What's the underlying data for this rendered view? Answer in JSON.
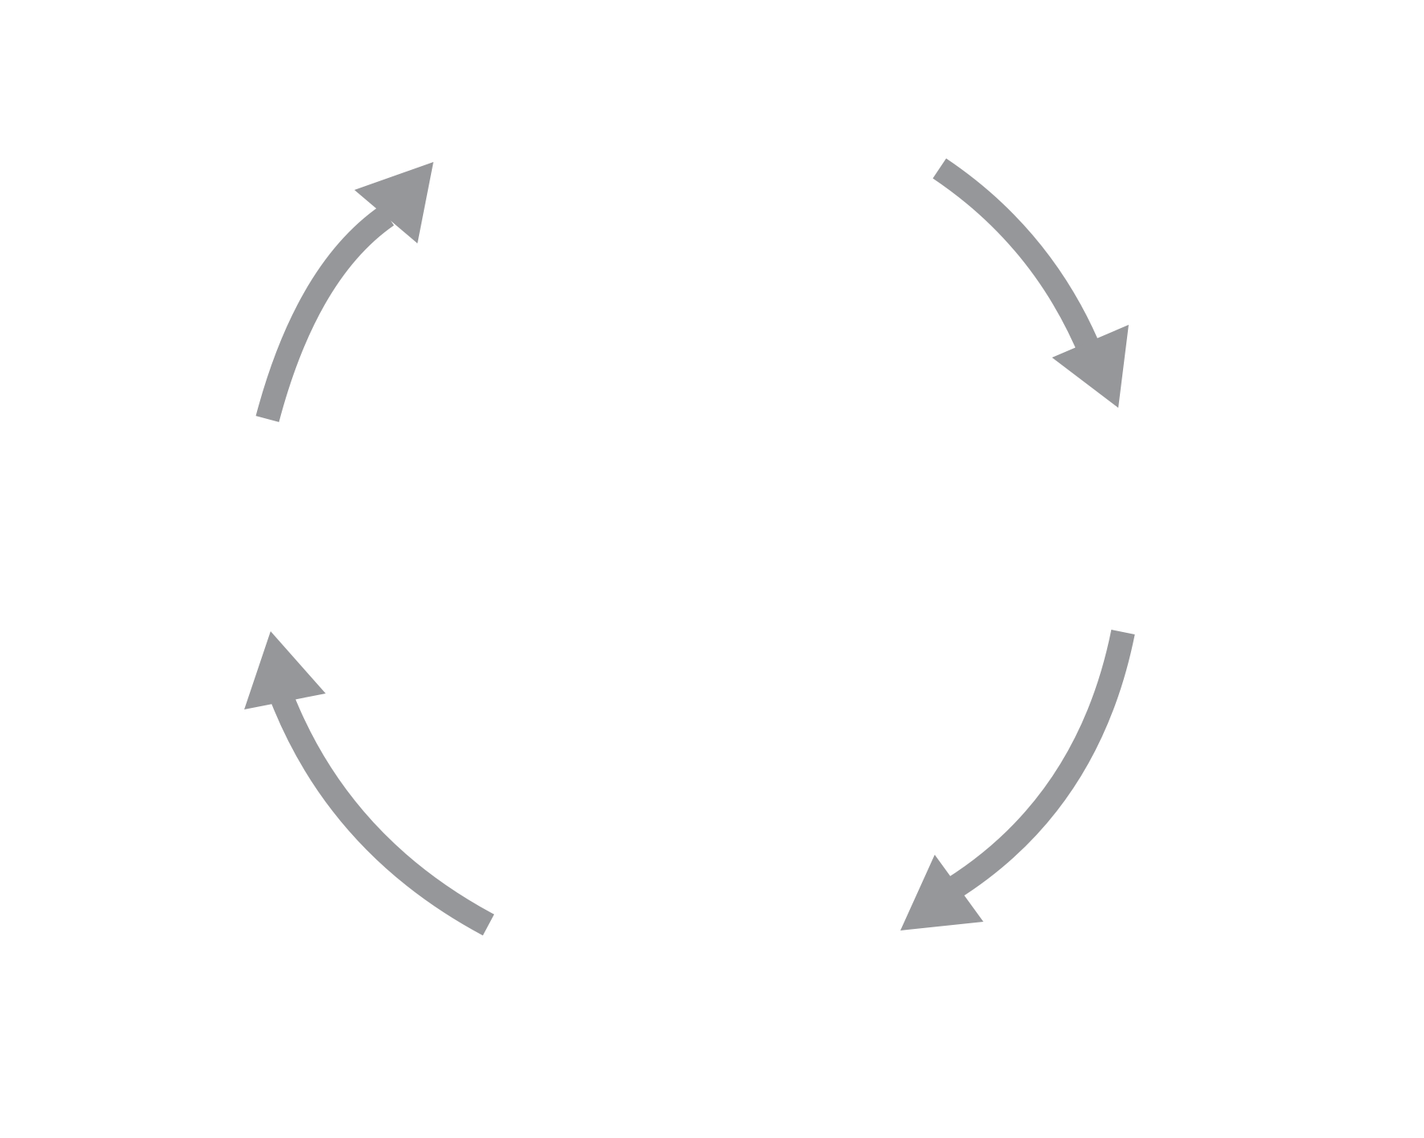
{
  "diagram": {
    "type": "cycle",
    "direction": "clockwise",
    "arrow_count": 4,
    "arrow_color": "#96979a",
    "background_color": "#ffffff",
    "arrows": [
      {
        "id": "top-left",
        "label": ""
      },
      {
        "id": "top-right",
        "label": ""
      },
      {
        "id": "bottom-right",
        "label": ""
      },
      {
        "id": "bottom-left",
        "label": ""
      }
    ]
  }
}
